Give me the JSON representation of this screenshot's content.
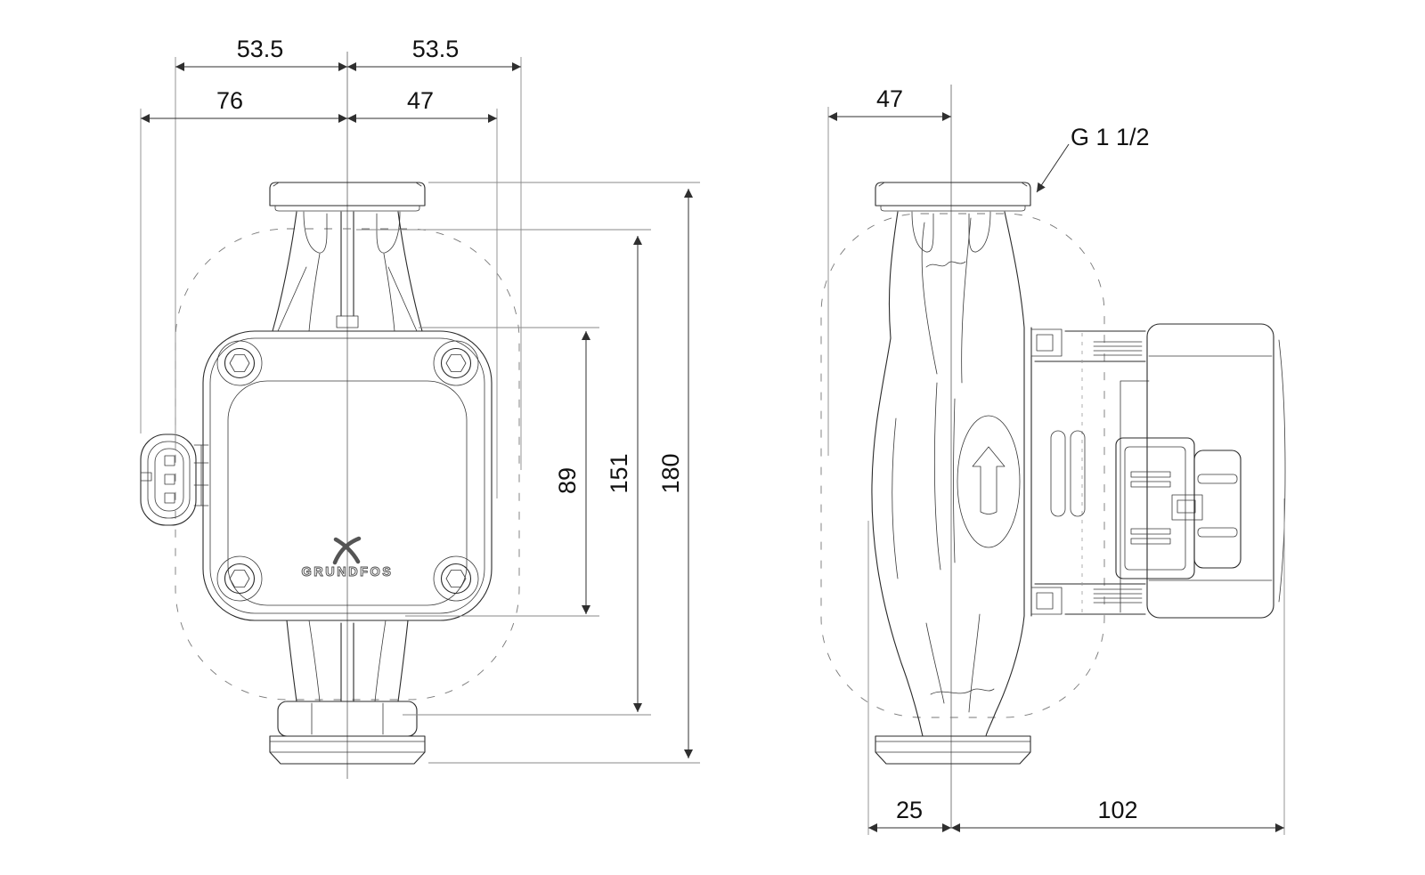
{
  "drawing": {
    "brand_logo": "GRUNDFOS",
    "port_thread_label": "G 1 1/2",
    "front_view": {
      "dim_envelope_left": "53.5",
      "dim_envelope_right": "53.5",
      "dim_connector_to_axis": "76",
      "dim_axis_to_body_edge": "47",
      "dim_stator_height": "89",
      "dim_axis_height": "151",
      "dim_port_to_port": "180"
    },
    "side_view": {
      "dim_envelope_to_axis": "47",
      "dim_axis_to_rear": "25",
      "dim_axis_to_front": "102"
    }
  }
}
